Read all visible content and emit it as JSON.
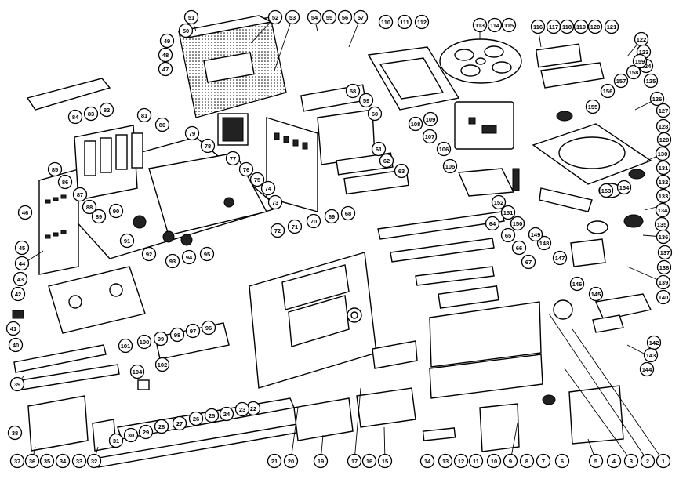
{
  "callouts": {
    "p1": "1",
    "p2": "2",
    "p3": "3",
    "p4": "4",
    "p5": "5",
    "p6": "6",
    "p7": "7",
    "p8": "8",
    "p9": "9",
    "p10": "10",
    "p11": "11",
    "p12": "12",
    "p13": "13",
    "p14": "14",
    "p15": "15",
    "p16": "16",
    "p17": "17",
    "p19": "19",
    "p20": "20",
    "p21": "21",
    "p22": "22",
    "p23": "23",
    "p24": "24",
    "p25": "25",
    "p26": "26",
    "p27": "27",
    "p28": "28",
    "p29": "29",
    "p30": "30",
    "p31": "31",
    "p32": "32",
    "p33": "33",
    "p34": "34",
    "p35": "35",
    "p36": "36",
    "p37": "37",
    "p38": "38",
    "p39": "39",
    "p40": "40",
    "p41": "41",
    "p42": "42",
    "p43": "43",
    "p44": "44",
    "p45": "45",
    "p46": "46",
    "p47": "47",
    "p48": "48",
    "p49": "49",
    "p50": "50",
    "p51": "51",
    "p52": "52",
    "p53": "53",
    "p54": "54",
    "p55": "55",
    "p56": "56",
    "p57": "57",
    "p58": "58",
    "p59": "59",
    "p60": "60",
    "p61": "61",
    "p62": "62",
    "p63": "63",
    "p64": "64",
    "p65": "65",
    "p66": "66",
    "p67": "67",
    "p68": "68",
    "p69": "69",
    "p70": "70",
    "p71": "71",
    "p72": "72",
    "p73": "73",
    "p74": "74",
    "p75": "75",
    "p76": "76",
    "p77": "77",
    "p78": "78",
    "p79": "79",
    "p80": "80",
    "p81": "81",
    "p82": "82",
    "p83": "83",
    "p84": "84",
    "p85": "85",
    "p86": "86",
    "p87": "87",
    "p88": "88",
    "p89": "89",
    "p90": "90",
    "p91": "91",
    "p92": "92",
    "p93": "93",
    "p94": "94",
    "p95": "95",
    "p96": "96",
    "p97": "97",
    "p98": "98",
    "p99": "99",
    "p100": "100",
    "p101": "101",
    "p102": "102",
    "p104": "104",
    "p105": "105",
    "p106": "106",
    "p107": "107",
    "p108": "108",
    "p109": "109",
    "p110": "110",
    "p111": "111",
    "p112": "112",
    "p113": "113",
    "p114": "114",
    "p115": "115",
    "p116": "116",
    "p117": "117",
    "p118": "118",
    "p119": "119",
    "p120": "120",
    "p121": "121",
    "p122": "122",
    "p123": "123",
    "p124": "124",
    "p125": "125",
    "p126": "126",
    "p127": "127",
    "p128": "128",
    "p129": "129",
    "p130": "130",
    "p131": "131",
    "p132": "132",
    "p133": "133",
    "p134": "134",
    "p135": "135",
    "p136": "136",
    "p137": "137",
    "p138": "138",
    "p139": "139",
    "p140": "140",
    "p142": "142",
    "p143": "143",
    "p144": "144",
    "p145": "145",
    "p146": "146",
    "p147": "147",
    "p148": "148",
    "p149": "149",
    "p150": "150",
    "p151": "151",
    "p152": "152",
    "p153": "153",
    "p154": "154",
    "p155": "155",
    "p156": "156",
    "p157": "157",
    "p158": "158",
    "p159": "159"
  }
}
